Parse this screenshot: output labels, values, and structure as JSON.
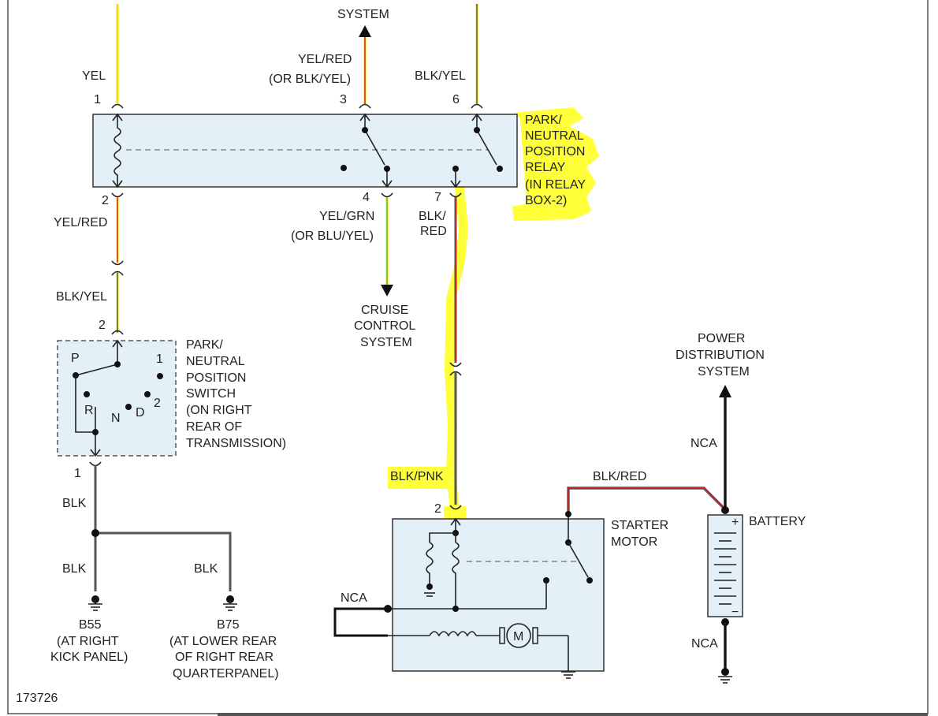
{
  "diagram": {
    "figure_id": "173726",
    "colors": {
      "yel": "#f0e000",
      "red": "#d42020",
      "blk": "#555555",
      "grn": "#50c030",
      "highlight": "#ffff3a"
    },
    "relay": {
      "label_lines": [
        "PARK/",
        "NEUTRAL",
        "POSITION",
        "RELAY",
        "(IN RELAY",
        "BOX-2)"
      ],
      "pins": [
        "1",
        "3",
        "6",
        "2",
        "4",
        "7"
      ]
    },
    "wires": {
      "yel_top": "YEL",
      "yel_red_top": "YEL/RED",
      "yel_red_alt": "(OR BLK/YEL)",
      "system_top": "SYSTEM",
      "blk_yel_top": "BLK/YEL",
      "yel_red_left": "YEL/RED",
      "blk_yel_left": "BLK/YEL",
      "yel_grn": "YEL/GRN",
      "yel_grn_alt": "(OR BLU/YEL)",
      "blk_red_1": "BLK/",
      "blk_red_2": "RED",
      "blk_pnk": "BLK/PNK",
      "blk_red_batt": "BLK/RED",
      "blk_1": "BLK",
      "blk_2": "BLK",
      "blk_3": "BLK",
      "nca_left": "NCA",
      "nca_right_top": "NCA",
      "nca_right_bottom": "NCA"
    },
    "cruise": [
      "CRUISE",
      "CONTROL",
      "SYSTEM"
    ],
    "switch": {
      "label_lines": [
        "PARK/",
        "NEUTRAL",
        "POSITION",
        "SWITCH",
        "(ON RIGHT",
        "REAR OF",
        "TRANSMISSION)"
      ],
      "pin_top": "2",
      "pin_bottom": "1",
      "positions": {
        "p": "P",
        "r": "R",
        "n": "N",
        "d": "D",
        "one": "1",
        "two": "2"
      }
    },
    "grounds": {
      "b55": [
        "B55",
        "(AT RIGHT",
        "KICK PANEL)"
      ],
      "b75": [
        "B75",
        "(AT LOWER REAR",
        "OF RIGHT REAR",
        "QUARTERPANEL)"
      ]
    },
    "starter": {
      "label_lines": [
        "STARTER",
        "MOTOR"
      ],
      "pin": "2",
      "motor": "M"
    },
    "power": [
      "POWER",
      "DISTRIBUTION",
      "SYSTEM"
    ],
    "battery": {
      "label": "BATTERY",
      "plus": "+",
      "minus": "−"
    }
  }
}
